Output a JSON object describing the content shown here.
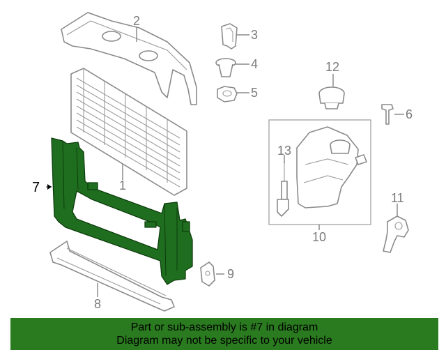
{
  "callouts": {
    "c1": "1",
    "c2": "2",
    "c3": "3",
    "c4": "4",
    "c5": "5",
    "c6": "6",
    "c7": "7",
    "c8": "8",
    "c9": "9",
    "c10": "10",
    "c11": "11",
    "c12": "12",
    "c13": "13"
  },
  "banner": {
    "line1": "Part or sub-assembly is #7 in diagram",
    "line2": "Diagram may not be specific to your vehicle"
  },
  "colors": {
    "highlight": "#1f6e1f",
    "banner_bg": "#2a7a1f"
  }
}
